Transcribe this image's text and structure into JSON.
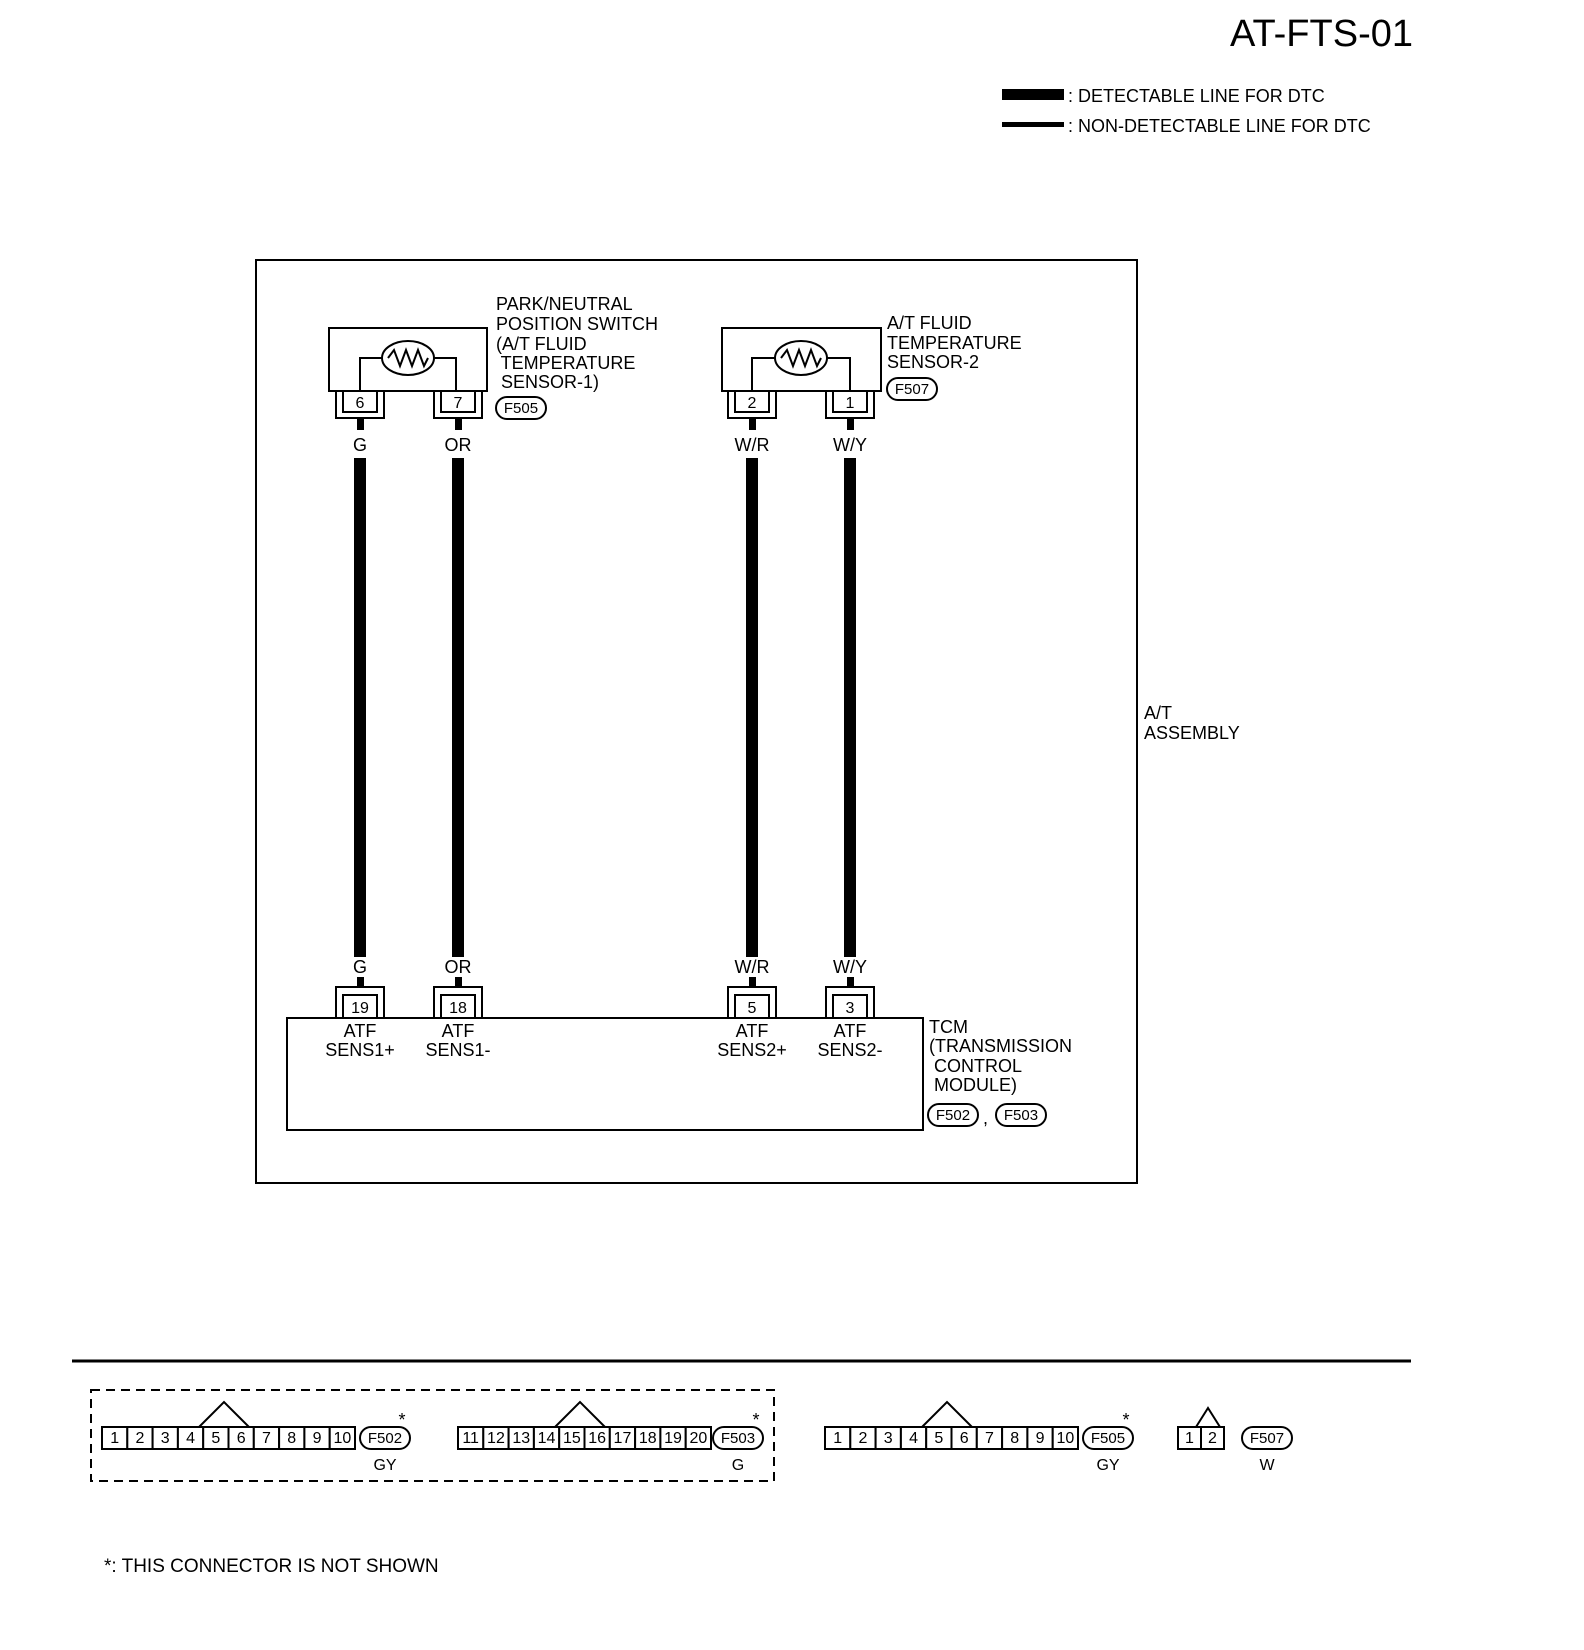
{
  "title": "AT-FTS-01",
  "legend": {
    "detectable": ": DETECTABLE LINE FOR DTC",
    "non_detectable": ": NON-DETECTABLE LINE FOR DTC"
  },
  "assembly": {
    "label_1": "A/T",
    "label_2": "ASSEMBLY"
  },
  "sensor1": {
    "label_lines": [
      "PARK/NEUTRAL",
      "POSITION SWITCH",
      "(A/T FLUID",
      " TEMPERATURE",
      " SENSOR-1)"
    ],
    "connector": "F505",
    "pins": [
      "6",
      "7"
    ]
  },
  "sensor2": {
    "label_lines": [
      "A/T FLUID",
      "TEMPERATURE",
      "SENSOR-2"
    ],
    "connector": "F507",
    "pins": [
      "2",
      "1"
    ]
  },
  "wires": [
    {
      "color": "G",
      "from_pin": "6",
      "to_pin": "19",
      "signal": [
        "ATF",
        "SENS1+"
      ]
    },
    {
      "color": "OR",
      "from_pin": "7",
      "to_pin": "18",
      "signal": [
        "ATF",
        "SENS1-"
      ]
    },
    {
      "color": "W/R",
      "from_pin": "2",
      "to_pin": "5",
      "signal": [
        "ATF",
        "SENS2+"
      ]
    },
    {
      "color": "W/Y",
      "from_pin": "1",
      "to_pin": "3",
      "signal": [
        "ATF",
        "SENS2-"
      ]
    }
  ],
  "tcm": {
    "label_lines": [
      "TCM",
      "(TRANSMISSION",
      " CONTROL",
      " MODULE)"
    ],
    "connectors": [
      "F502",
      "F503"
    ],
    "separator": ","
  },
  "connector_views": [
    {
      "id": "F502",
      "color": "GY",
      "pins": [
        "1",
        "2",
        "3",
        "4",
        "5",
        "6",
        "7",
        "8",
        "9",
        "10"
      ],
      "asterisk": "*"
    },
    {
      "id": "F503",
      "color": "G",
      "pins": [
        "11",
        "12",
        "13",
        "14",
        "15",
        "16",
        "17",
        "18",
        "19",
        "20"
      ],
      "asterisk": "*"
    },
    {
      "id": "F505",
      "color": "GY",
      "pins": [
        "1",
        "2",
        "3",
        "4",
        "5",
        "6",
        "7",
        "8",
        "9",
        "10"
      ],
      "asterisk": "*"
    },
    {
      "id": "F507",
      "color": "W",
      "pins": [
        "1",
        "2"
      ],
      "asterisk": ""
    }
  ],
  "footnote": "*: THIS CONNECTOR IS NOT SHOWN"
}
